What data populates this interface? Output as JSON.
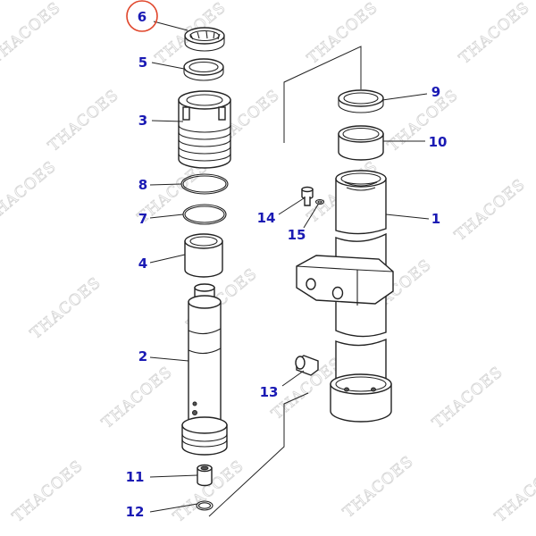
{
  "callouts": [
    {
      "id": "6",
      "label": "6",
      "highlighted": true
    },
    {
      "id": "5",
      "label": "5"
    },
    {
      "id": "3",
      "label": "3"
    },
    {
      "id": "8",
      "label": "8"
    },
    {
      "id": "7",
      "label": "7"
    },
    {
      "id": "4",
      "label": "4"
    },
    {
      "id": "2",
      "label": "2"
    },
    {
      "id": "11",
      "label": "11"
    },
    {
      "id": "12",
      "label": "12"
    },
    {
      "id": "9",
      "label": "9"
    },
    {
      "id": "10",
      "label": "10"
    },
    {
      "id": "14",
      "label": "14"
    },
    {
      "id": "15",
      "label": "15"
    },
    {
      "id": "1",
      "label": "1"
    },
    {
      "id": "13",
      "label": "13"
    }
  ],
  "watermark": "THACOES",
  "colors": {
    "callout_text": "#1a1ab4",
    "highlight_ring": "#e0452a",
    "watermark": "#d6d6d6",
    "line": "#222222"
  }
}
